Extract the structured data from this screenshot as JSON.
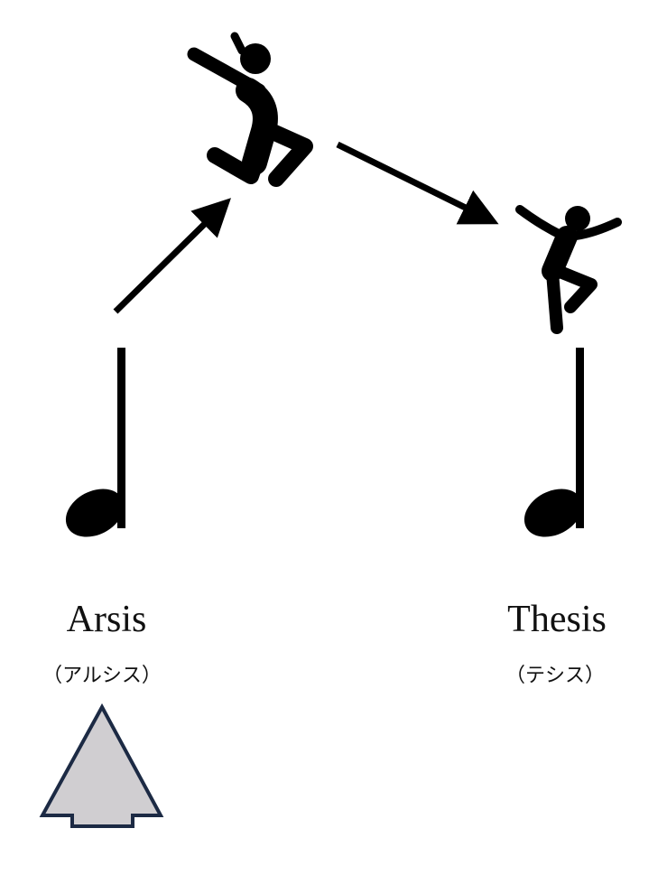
{
  "left": {
    "title": "Arsis",
    "subtitle": "（アルシス）"
  },
  "right": {
    "title": "Thesis",
    "subtitle": "（テシス）"
  },
  "colors": {
    "ink": "#000000",
    "arrow_fill": "#d0ced1",
    "arrow_stroke": "#1c2a44"
  }
}
